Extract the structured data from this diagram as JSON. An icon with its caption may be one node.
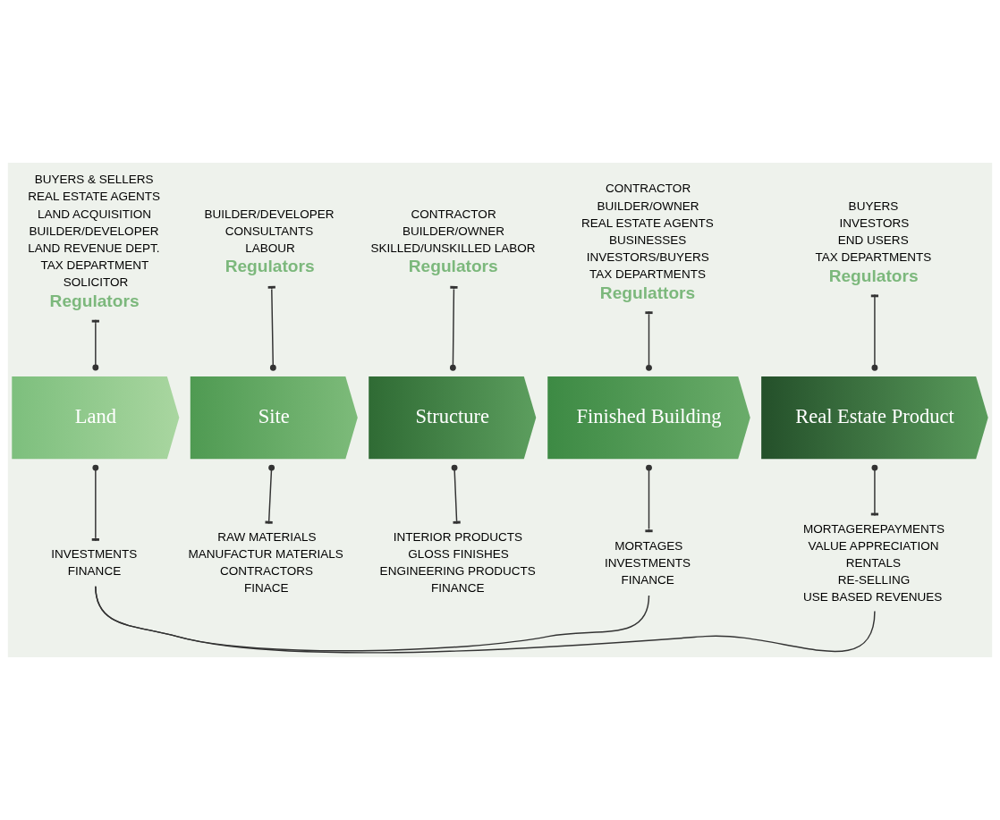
{
  "diagram": {
    "nodes": [
      {
        "text": [
          "BUYERS & SELLERS",
          "REAL ESTATE AGENTS",
          "LAND ACQUISITION",
          "BUILDER/DEVELOPER",
          "LAND REVENUE DEPT.",
          "TAX DEPARTMENT",
          "SOLICITOR",
          "Regulators"
        ]
      },
      {
        "text": [
          "BUILDER/DEVELOPER",
          "CONSULTANTS",
          "LABOUR",
          "Regulators"
        ]
      },
      {
        "text": [
          "CONTRACTOR",
          "BUILDER/OWNER",
          "SKILLED/UNSKILLED LABOR",
          "Regulators"
        ]
      },
      {
        "text": [
          "CONTRACTOR",
          "BUILDER/OWNER",
          "REAL ESTATE AGENTS",
          "BUSINESSES",
          "INVESTORS/BUYERS",
          "TAX DEPARTMENTS",
          "Regulattors"
        ]
      },
      {
        "text": [
          "BUYERS",
          "INVESTORS",
          "END USERS",
          "TAX DEPARTMENTS",
          "Regulators"
        ]
      },
      {
        "text": [
          "Land"
        ]
      },
      {
        "text": [
          "Site"
        ]
      },
      {
        "text": [
          "Structure"
        ]
      },
      {
        "text": [
          "Finished Building"
        ]
      },
      {
        "text": [
          "Real Estate Product"
        ]
      },
      {
        "text": [
          "INVESTMENTS",
          "FINANCE"
        ]
      },
      {
        "text": [
          "RAW MATERIALS",
          "MANUFACTUR MATERIALS",
          "CONTRACTORS",
          "FINACE"
        ]
      },
      {
        "text": [
          "INTERIOR PRODUCTS",
          "GLOSS FINISHES",
          "ENGINEERING PRODUCTS",
          "FINANCE"
        ]
      },
      {
        "text": [
          "MORTAGES",
          "INVESTMENTS",
          "FINANCE"
        ]
      },
      {
        "text": [
          "MORTAGEREPAYMENTS",
          "VALUE APPRECIATION",
          "RENTALS",
          "RE-SELLING",
          "USE BASED REVENUES"
        ]
      }
    ],
    "edges": [
      {
        "from": 5,
        "to": 0,
        "arrow": "other"
      },
      {
        "from": 6,
        "to": 1,
        "arrow": "other"
      },
      {
        "from": 7,
        "to": 2,
        "arrow": "other"
      },
      {
        "from": 8,
        "to": 3,
        "arrow": "other"
      },
      {
        "from": 9,
        "to": 4,
        "arrow": "other"
      },
      {
        "from": 5,
        "to": 10,
        "arrow": "other"
      },
      {
        "from": 6,
        "to": 11,
        "arrow": "other"
      },
      {
        "from": 7,
        "to": 12,
        "arrow": "other"
      },
      {
        "from": 8,
        "to": 13,
        "arrow": "other"
      },
      {
        "from": 9,
        "to": 14,
        "arrow": "other"
      },
      {
        "from": 10,
        "to": 13,
        "arrow": "none"
      },
      {
        "from": 10,
        "to": 14,
        "arrow": "none"
      }
    ]
  }
}
